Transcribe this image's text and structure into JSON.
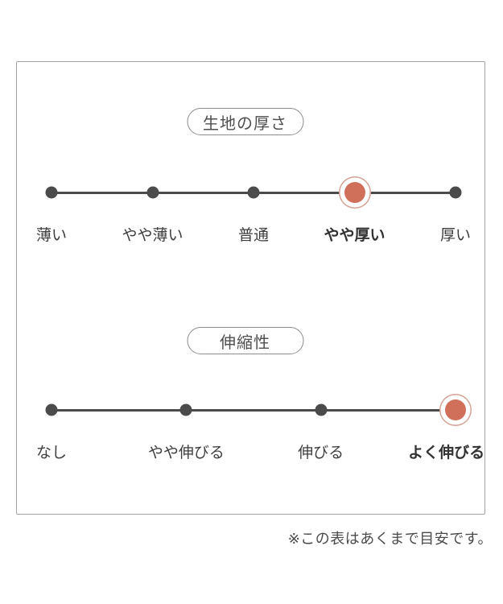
{
  "panel": {
    "scales": [
      {
        "title": "生地の厚さ",
        "points": [
          {
            "label": "薄い",
            "selected": false
          },
          {
            "label": "やや薄い",
            "selected": false
          },
          {
            "label": "普通",
            "selected": false
          },
          {
            "label": "やや厚い",
            "selected": true
          },
          {
            "label": "厚い",
            "selected": false
          }
        ],
        "selected_value": "やや厚い"
      },
      {
        "title": "伸縮性",
        "points": [
          {
            "label": "なし",
            "selected": false
          },
          {
            "label": "やや伸びる",
            "selected": false
          },
          {
            "label": "伸びる",
            "selected": false
          },
          {
            "label": "よく伸びる",
            "selected": true
          }
        ],
        "selected_value": "よく伸びる"
      }
    ],
    "footnote": "※この表はあくまで目安です。",
    "colors": {
      "accent": "#d06f5a",
      "accent_ring": "#d5a193",
      "track": "#4b4b4b",
      "text": "#3e3e3e",
      "border": "#a3a3a3",
      "pill_border": "#8c8c8c"
    }
  }
}
